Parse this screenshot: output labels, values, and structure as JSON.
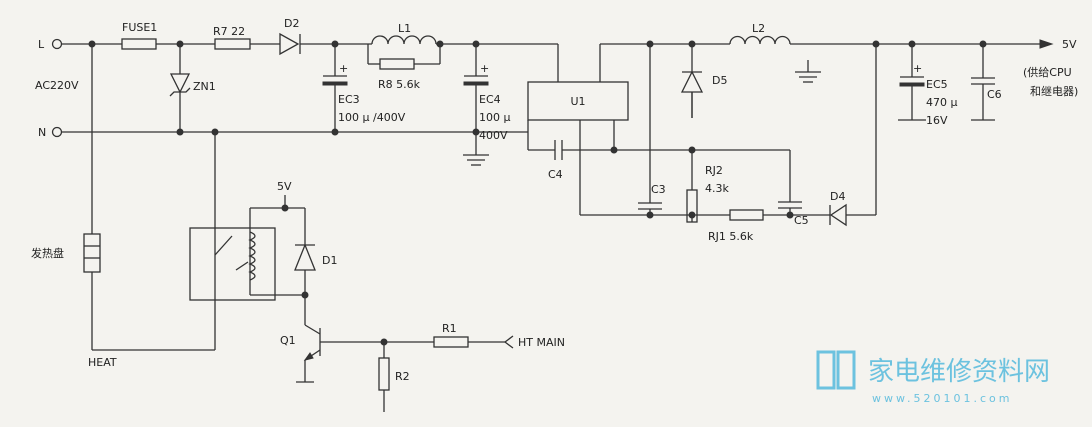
{
  "labels": {
    "L": "L",
    "N": "N",
    "ac220v": "AC220V",
    "fuse1": "FUSE1",
    "r7": "R7 22",
    "d2": "D2",
    "l1": "L1",
    "r8": "R8 5.6k",
    "zn1": "ZN1",
    "ec3": "EC3",
    "ec3_val": "100 μ /400V",
    "ec4": "EC4",
    "ec4_val1": "100 μ",
    "ec4_val2": "400V",
    "u1": "U1",
    "c4": "C4",
    "c3": "C3",
    "d5": "D5",
    "l2": "L2",
    "rj2": "RJ2",
    "rj2_val": "4.3k",
    "c5": "C5",
    "rj1": "RJ1 5.6k",
    "d4": "D4",
    "ec5": "EC5",
    "ec5_val1": "470 μ",
    "ec5_val2": "16V",
    "c6": "C6",
    "out": "5V",
    "out_note1": "(供给CPU",
    "out_note2": "和继电器)",
    "heater": "发热盘",
    "heat": "HEAT",
    "vcc": "5V",
    "d1": "D1",
    "q1": "Q1",
    "r1": "R1",
    "r2": "R2",
    "ht_main": "HT MAIN"
  },
  "watermark": {
    "brand": "家电维修资料网",
    "site": "www.520101.com"
  }
}
